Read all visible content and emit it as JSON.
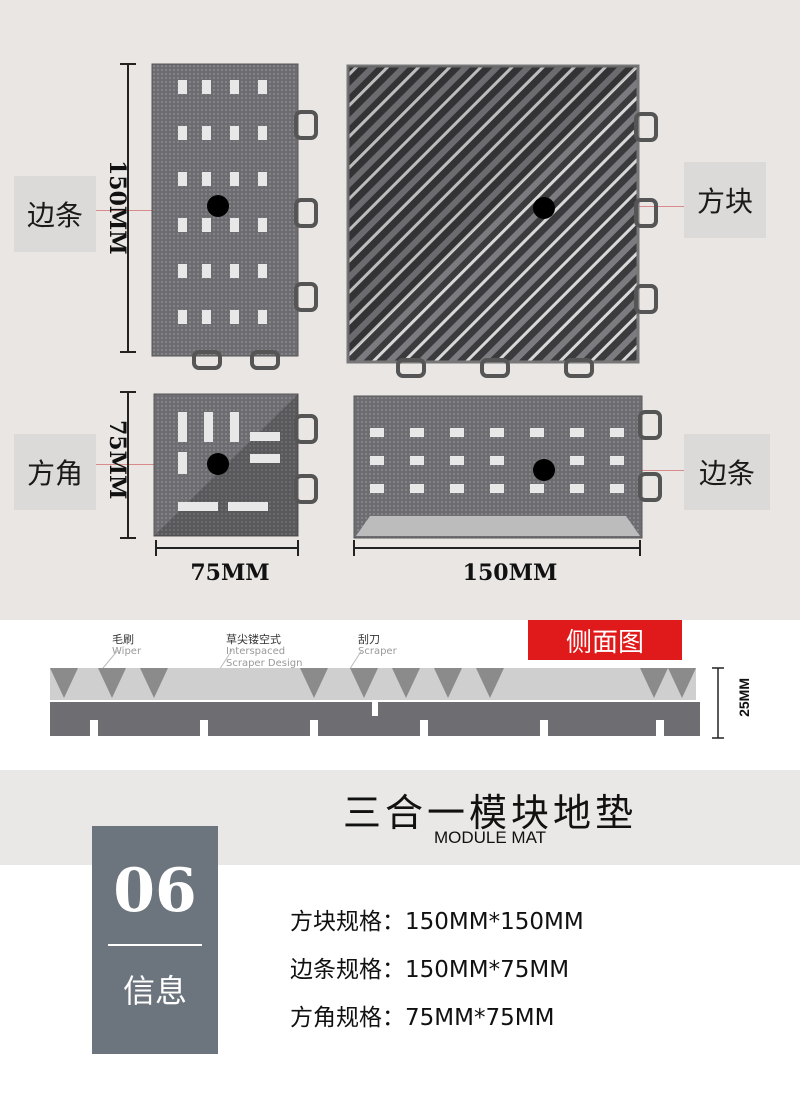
{
  "product": {
    "labels": {
      "edge_left": "边条",
      "square_right": "方块",
      "corner_left": "方角",
      "edge_right": "边条"
    },
    "dims": {
      "top_vertical": "150MM",
      "corner_vertical": "75MM",
      "corner_horizontal": "75MM",
      "edge_horizontal": "150MM",
      "side_height": "25MM"
    }
  },
  "side_view": {
    "badge": "侧面图",
    "parts": [
      {
        "cn": "毛刷",
        "en": "Wiper"
      },
      {
        "cn": "草尖镂空式",
        "en": "Interspaced",
        "en2": "Scraper Design"
      },
      {
        "cn": "刮刀",
        "en": "Scraper"
      }
    ]
  },
  "title": {
    "main": "三合一模块地垫",
    "sub": "MODULE MAT"
  },
  "info": {
    "number": "06",
    "word": "信息",
    "specs": [
      "方块规格：150MM*150MM",
      "边条规格：150MM*75MM",
      "方角规格：75MM*75MM"
    ]
  },
  "colors": {
    "badge_red": "#e01a1a",
    "info_box": "#6c757d",
    "tile_gray": "#6e6e72"
  }
}
